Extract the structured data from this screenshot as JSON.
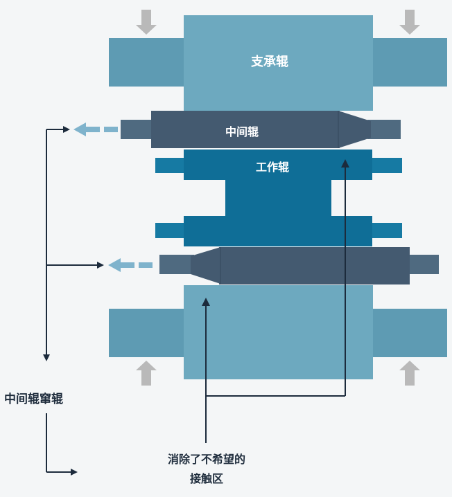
{
  "labels": {
    "backup_roll": "支承辊",
    "intermediate_roll": "中间辊",
    "work_roll": "工作辊",
    "intermediate_roll_shift": "中间辊窜辊",
    "note_line1": "消除了不希望的",
    "note_line2": "接触区"
  },
  "colors": {
    "background": "#f4f6f7",
    "backup_roll": "#6da9bf",
    "backup_neck": "#5e9bb3",
    "intermediate_roll": "#445a70",
    "intermediate_neck": "#4f6a80",
    "work_roll": "#0f6e97",
    "work_neck": "#167aa3",
    "shift_arrow": "#7fb3cc",
    "load_arrow": "#b9b9b9",
    "line": "#1c2b3c"
  }
}
